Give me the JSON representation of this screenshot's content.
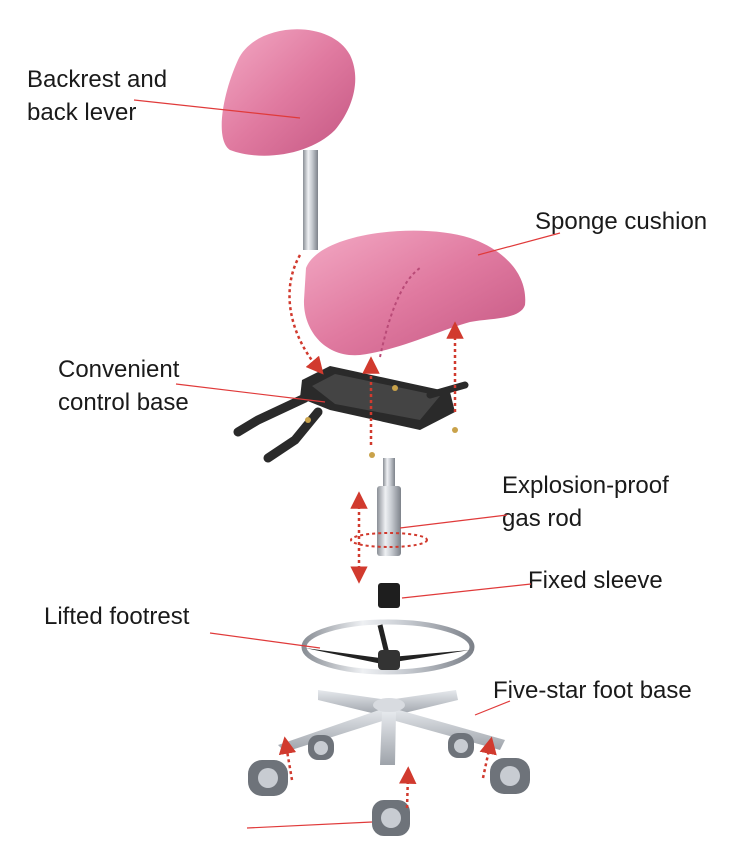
{
  "labels": {
    "backrest": [
      "Backrest and",
      "back lever"
    ],
    "sponge_cushion": "Sponge cushion",
    "control_base": [
      "Convenient",
      "control base"
    ],
    "gas_rod": [
      "Explosion-proof",
      "gas rod"
    ],
    "fixed_sleeve": "Fixed sleeve",
    "footrest": "Lifted footrest",
    "foot_base": "Five-star foot base"
  },
  "colors": {
    "cushion_pink": "#e07aa0",
    "cushion_light": "#f3a9c4",
    "cushion_dark": "#c45682",
    "leader_line": "#e03a3a",
    "arrow": "#d13a2e",
    "chrome": "#c8ccd2",
    "mechanism": "#2a2a2a"
  }
}
